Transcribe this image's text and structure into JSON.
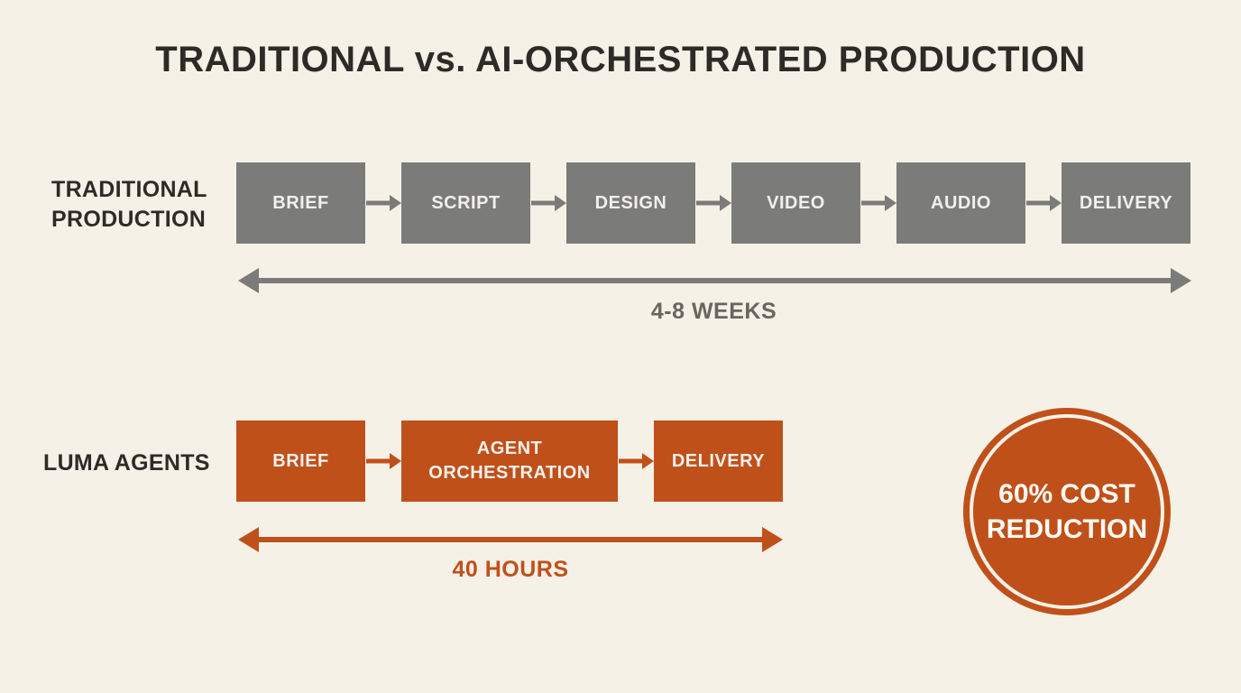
{
  "title": "TRADITIONAL vs. AI-ORCHESTRATED PRODUCTION",
  "traditional": {
    "label": "TRADITIONAL PRODUCTION",
    "steps": [
      "BRIEF",
      "SCRIPT",
      "DESIGN",
      "VIDEO",
      "AUDIO",
      "DELIVERY"
    ],
    "duration": "4-8 WEEKS"
  },
  "luma": {
    "label": "LUMA AGENTS",
    "steps": [
      "BRIEF",
      "AGENT ORCHESTRATION",
      "DELIVERY"
    ],
    "duration": "40 HOURS"
  },
  "badge": {
    "text": "60% COST REDUCTION"
  },
  "colors": {
    "background": "#f5f1e7",
    "gray": "#7b7b79",
    "gray_dark": "#68665f",
    "orange": "#c0501a",
    "text_dark": "#2d2b27",
    "box_text": "#f2f0ec"
  }
}
